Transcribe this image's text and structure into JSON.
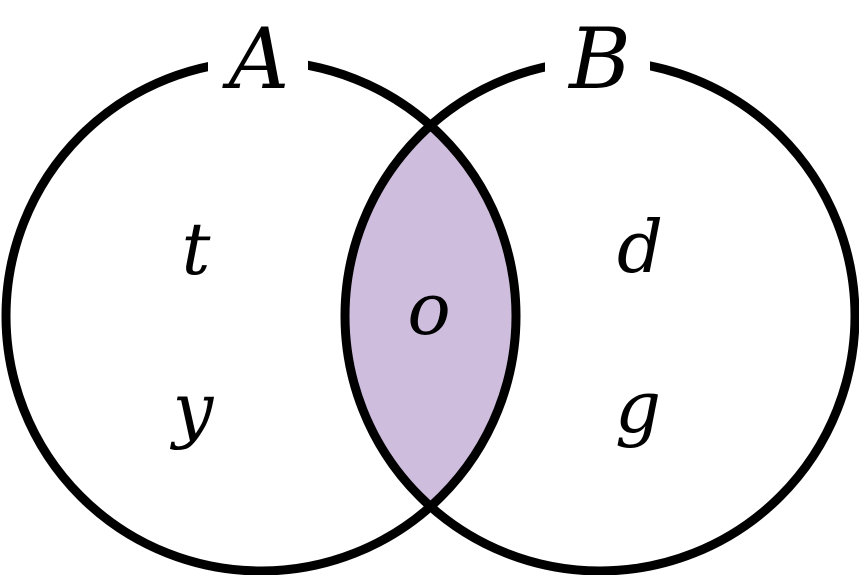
{
  "diagram": {
    "type": "venn",
    "sets": [
      {
        "name": "A",
        "elements": [
          "t",
          "y"
        ]
      },
      {
        "name": "B",
        "elements": [
          "d",
          "g"
        ]
      }
    ],
    "intersection": {
      "elements": [
        "o"
      ],
      "shaded": true
    },
    "colors": {
      "outline": "#000000",
      "intersection_fill": "#cfbddd",
      "background": "#ffffff"
    }
  }
}
